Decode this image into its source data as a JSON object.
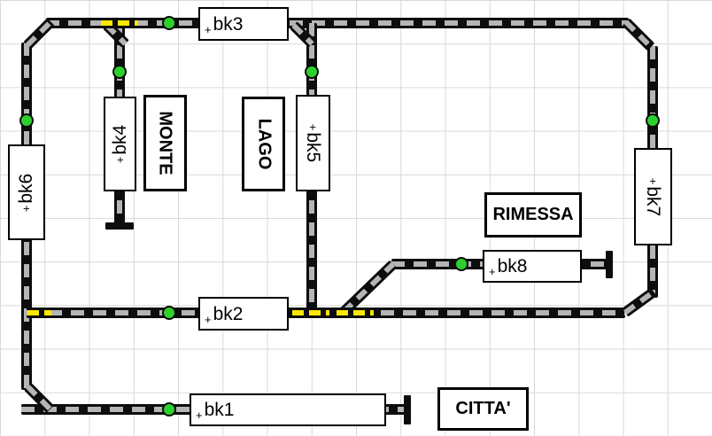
{
  "colors": {
    "track": "#0d0d0d",
    "tie": "#b5b5b5",
    "occupied": "#ffe800",
    "signal": "#2ed02e",
    "grid": "#d9d9d9",
    "background": "#ffffff"
  },
  "blocks": {
    "bk1": {
      "label": "bk1",
      "plus": "+"
    },
    "bk2": {
      "label": "bk2",
      "plus": "+"
    },
    "bk3": {
      "label": "bk3",
      "plus": "+"
    },
    "bk4": {
      "label": "bk4",
      "plus": "+"
    },
    "bk5": {
      "label": "bk5",
      "plus": "+"
    },
    "bk6": {
      "label": "bk6",
      "plus": "+"
    },
    "bk7": {
      "label": "bk7",
      "plus": "+"
    },
    "bk8": {
      "label": "bk8",
      "plus": "+"
    }
  },
  "stations": {
    "monte": "MONTE",
    "lago": "LAGO",
    "rimessa": "RIMESSA",
    "citta": "CITTA'"
  },
  "signals": {
    "count": 8,
    "aspect": "green"
  },
  "occupied_segments": {
    "count": 4
  }
}
